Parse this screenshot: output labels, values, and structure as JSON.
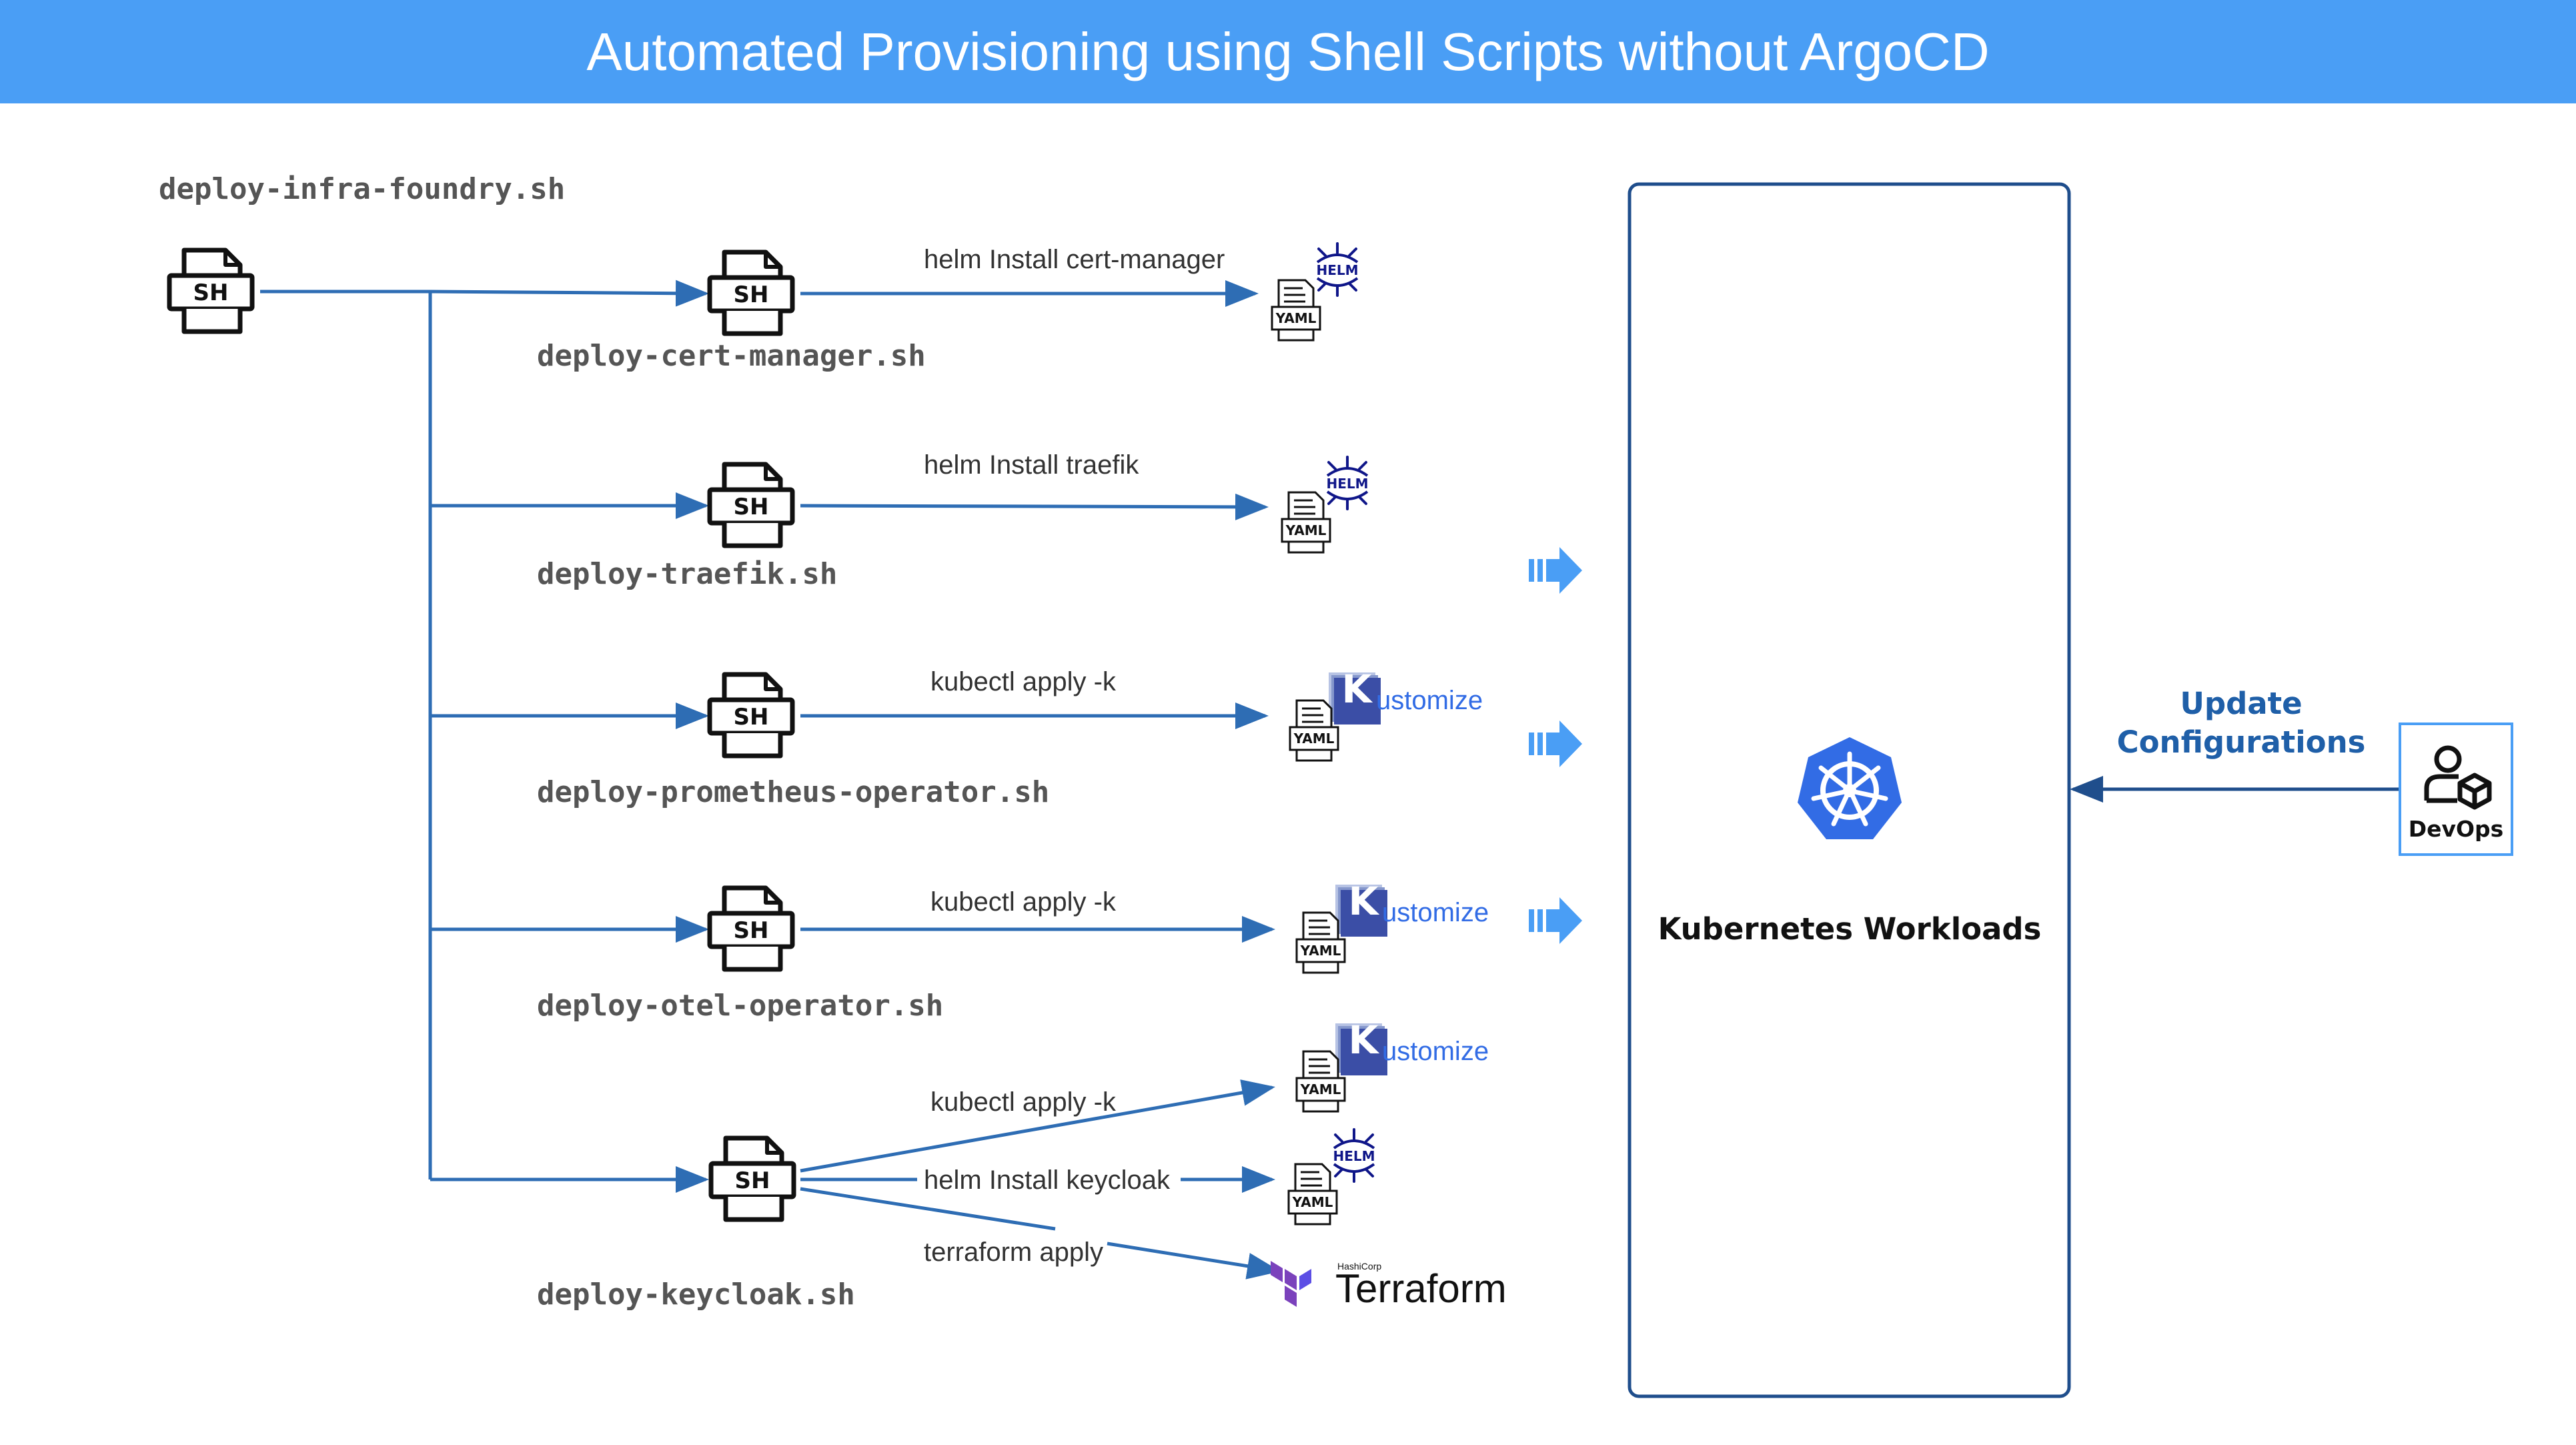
{
  "title": "Automated Provisioning using Shell Scripts without ArgoCD",
  "root_script": {
    "name": "deploy-infra-foundry.sh",
    "icon": "sh-file-icon",
    "icon_text": "SH"
  },
  "scripts": [
    {
      "name": "deploy-cert-manager.sh",
      "commands": [
        {
          "label": "helm Install cert-manager",
          "tool": "helm"
        }
      ]
    },
    {
      "name": "deploy-traefik.sh",
      "commands": [
        {
          "label": "helm Install traefik",
          "tool": "helm"
        }
      ]
    },
    {
      "name": "deploy-prometheus-operator.sh",
      "commands": [
        {
          "label": "kubectl apply -k",
          "tool": "kustomize"
        }
      ]
    },
    {
      "name": "deploy-otel-operator.sh",
      "commands": [
        {
          "label": "kubectl apply -k",
          "tool": "kustomize"
        }
      ]
    },
    {
      "name": "deploy-keycloak.sh",
      "commands": [
        {
          "label": "kubectl apply -k",
          "tool": "kustomize"
        },
        {
          "label": "helm Install keycloak",
          "tool": "helm"
        },
        {
          "label": "terraform apply",
          "tool": "terraform"
        }
      ]
    }
  ],
  "icons": {
    "sh_text": "SH",
    "yaml_text": "YAML",
    "helm_text": "HELM",
    "kustomize_k": "K",
    "kustomize_text": "ustomize",
    "terraform_brand": "HashiCorp",
    "terraform_text": "Terraform"
  },
  "target": {
    "label": "Kubernetes Workloads",
    "icon": "kubernetes-icon"
  },
  "update": {
    "line1": "Update",
    "line2": "Configurations"
  },
  "actor": {
    "label": "DevOps",
    "icon": "devops-user-icon"
  },
  "colors": {
    "banner": "#4a9ef5",
    "banner_text": "#ffffff",
    "connector": "#2e6db4",
    "flow_arrow": "#4a9ef5",
    "workload_border": "#1f4e8c",
    "kubernetes": "#326ce5",
    "kustomize": "#326ce5",
    "terraform": "#7b42bc",
    "helm": "#0f1689",
    "update_text": "#1f5fa8",
    "devops_border": "#4a9ef5"
  }
}
